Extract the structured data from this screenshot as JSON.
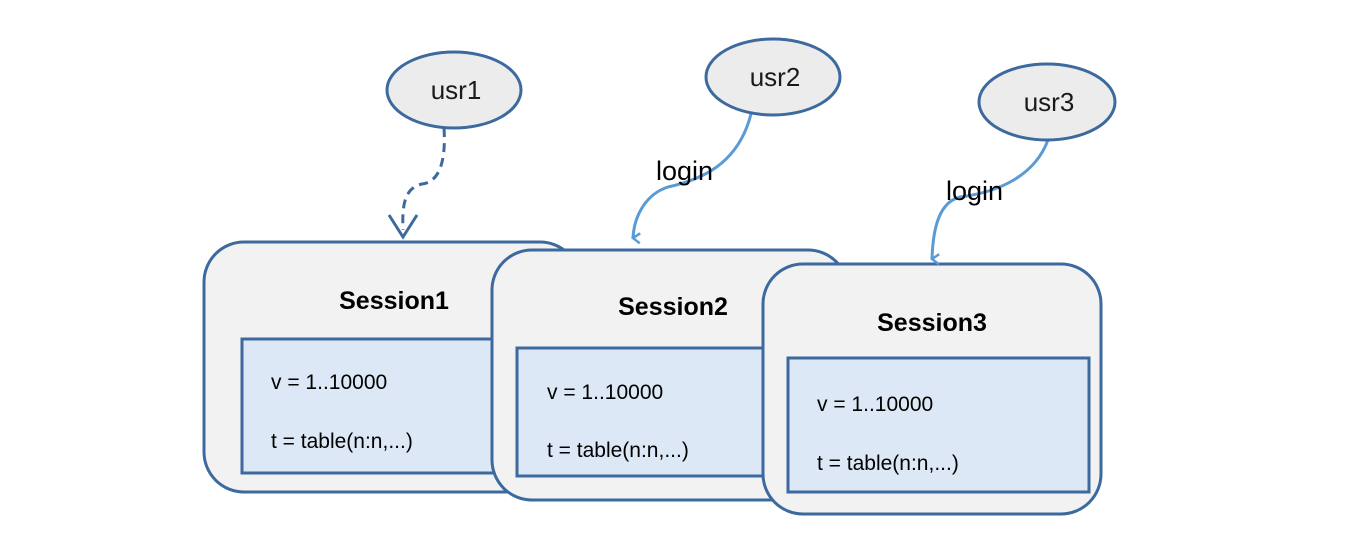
{
  "colors": {
    "outline": "#3d6a9e",
    "session_fill": "#f2f2f2",
    "inner_fill": "#dce8f5",
    "user_fill": "#ececec",
    "arrow_solid": "#5b9bd5",
    "arrow_dashed": "#3d6a9e"
  },
  "users": [
    {
      "label": "usr1"
    },
    {
      "label": "usr2"
    },
    {
      "label": "usr3"
    }
  ],
  "edges": [
    {
      "from": "usr1",
      "to": "Session1",
      "style": "dashed",
      "label": ""
    },
    {
      "from": "usr2",
      "to": "Session2",
      "style": "solid",
      "label": "login"
    },
    {
      "from": "usr3",
      "to": "Session3",
      "style": "solid",
      "label": "login"
    }
  ],
  "sessions": [
    {
      "title": "Session1",
      "line1": "v = 1..10000",
      "line2": "t = table(n:n,...)"
    },
    {
      "title": "Session2",
      "line1": "v = 1..10000",
      "line2": "t = table(n:n,...)"
    },
    {
      "title": "Session3",
      "line1": "v = 1..10000",
      "line2": "t = table(n:n,...)"
    }
  ]
}
